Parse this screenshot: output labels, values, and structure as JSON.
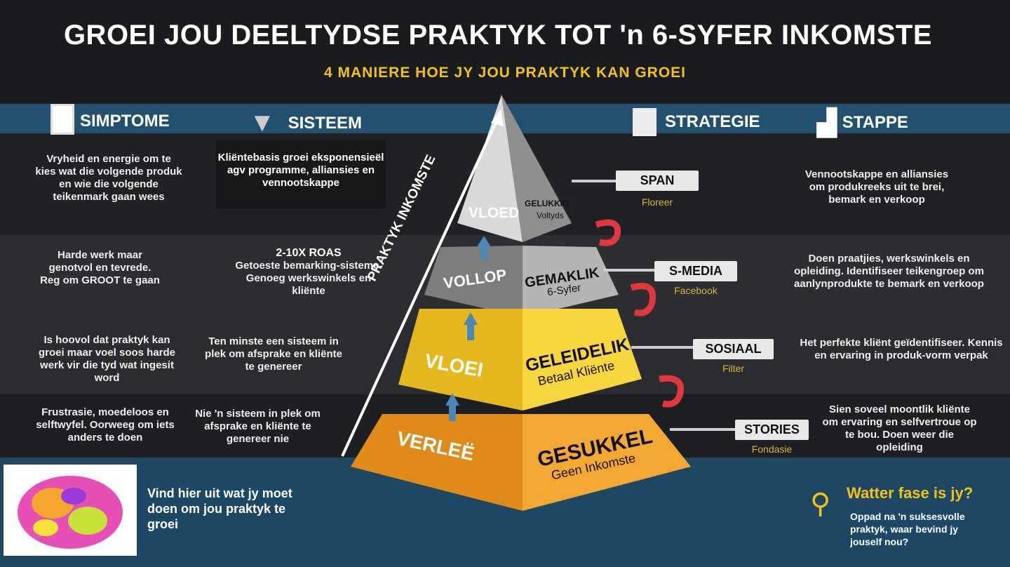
{
  "title": "GROEI JOU DEELTYDSE PRAKTYK TOT 'n 6-SYFER INKOMSTE",
  "subtitle": "4 MANIERE HOE JY JOU PRAKTYK KAN GROEI",
  "headers": {
    "simptome": "SIMPTOME",
    "sisteem": "SISTEEM",
    "strategie": "STRATEGIE",
    "stappe": "STAPPE"
  },
  "arrow_label": "PRAKTYK INKOMSTE",
  "rows": [
    {
      "simptome": "Vryheid en energie om te kies wat die volgende produk en wie die volgende teikenmark gaan wees",
      "sisteem_bold": "Kliëntebasis groei eksponensieël agv programme, alliansies en vennootskappe",
      "sisteem": "",
      "flow": "VLOED",
      "level": "GELUKKIG",
      "level_sub": "Voltyds",
      "tag": "SPAN",
      "tag_sub": "Floreer",
      "stappe": "Vennootskappe en alliansies om produkreeks uit te brei, bemark en verkoop"
    },
    {
      "simptome": "Harde werk maar genotvol en tevrede. Reg om GROOT te gaan",
      "sisteem_bold": "2-10X ROAS",
      "sisteem": "Getoeste bemarking-sisteme. Genoeg werkswinkels en kliënte",
      "flow": "VOLLOP",
      "level": "GEMAKLIK",
      "level_sub": "6-Syfer",
      "tag": "S-MEDIA",
      "tag_sub": "Facebook",
      "stappe": "Doen praatjies, werkswinkels en opleiding. Identifiseer teikengroep om aanlynprodukte te bemark en verkoop"
    },
    {
      "simptome": "Is hoovol dat praktyk kan groei maar voel soos harde werk vir die tyd wat ingesit word",
      "sisteem_bold": "",
      "sisteem": "Ten minste een sisteem in plek om afsprake en kliënte te genereer",
      "flow": "VLOEI",
      "level": "GELEIDELIK",
      "level_sub": "Betaal Kliënte",
      "tag": "SOSIAAL",
      "tag_sub": "Filter",
      "stappe": "Het perfekte kliënt geïdentifiseer. Kennis en ervaring in produk-vorm verpak"
    },
    {
      "simptome": "Frustrasie, moedeloos en selftwyfel. Oorweeg om iets anders te doen",
      "sisteem_bold": "",
      "sisteem": "Nie 'n sisteem in plek om afsprake en kliënte te genereer nie",
      "flow": "VERLEË",
      "level": "GESUKKEL",
      "level_sub": "Geen Inkomste",
      "tag": "STORIES",
      "tag_sub": "Fondasie",
      "stappe": "Sien soveel moontlik kliënte om ervaring en selfvertroue op te bou. Doen weer die opleiding"
    }
  ],
  "cta": {
    "text": "Vind hier uit wat jy moet doen om jou praktyk te groei"
  },
  "phase": {
    "title": "Watter fase is jy?",
    "text": "Oppad na 'n suksesvolle praktyk, waar bevind jy jouself nou?"
  },
  "colors": {
    "accent": "#f2c21b",
    "blue": "#1d4a66",
    "orange": "#f0a830",
    "yellow": "#f5d43a",
    "gray": "#9a9a9a"
  }
}
